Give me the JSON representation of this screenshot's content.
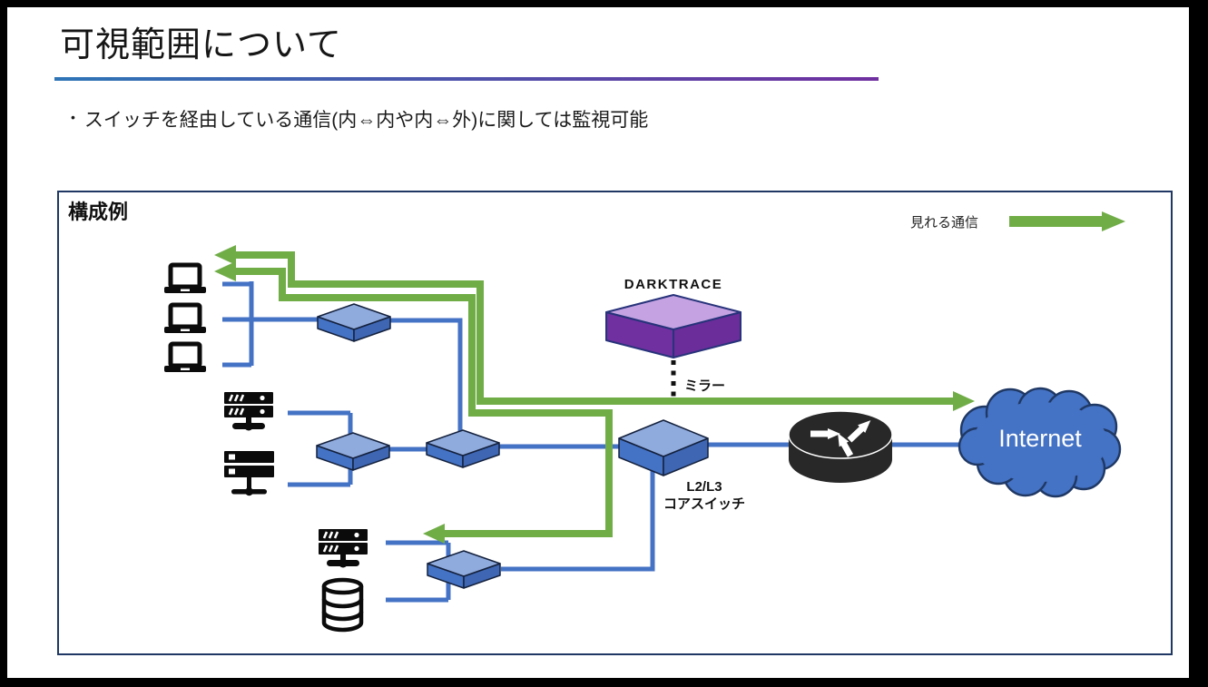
{
  "slide": {
    "title": "可視範囲について",
    "bullet_marker": "•",
    "bullet": "スイッチを経由している通信(内⇔内や内⇔外)に関しては監視可能"
  },
  "panel": {
    "label": "構成例",
    "legend_label": "見れる通信"
  },
  "diagram": {
    "darktrace_label": "DARKTRACE",
    "mirror_label": "ミラー",
    "core_switch_label_line1": "L2/L3",
    "core_switch_label_line2": "コアスイッチ",
    "internet_label": "Internet"
  },
  "colors": {
    "accent_green": "#70AD47",
    "line_blue": "#4472C4",
    "switch_top": "#8FAADC",
    "switch_front": "#4472C4",
    "switch_side": "#3E66B2",
    "darktrace_top": "#C5A3E2",
    "darktrace_front": "#7030A0",
    "darktrace_side": "#6A2D99",
    "cloud_fill": "#4472C4",
    "navy": "#1F3864",
    "underline_start": "#2E75B6",
    "underline_end": "#7030A0"
  }
}
